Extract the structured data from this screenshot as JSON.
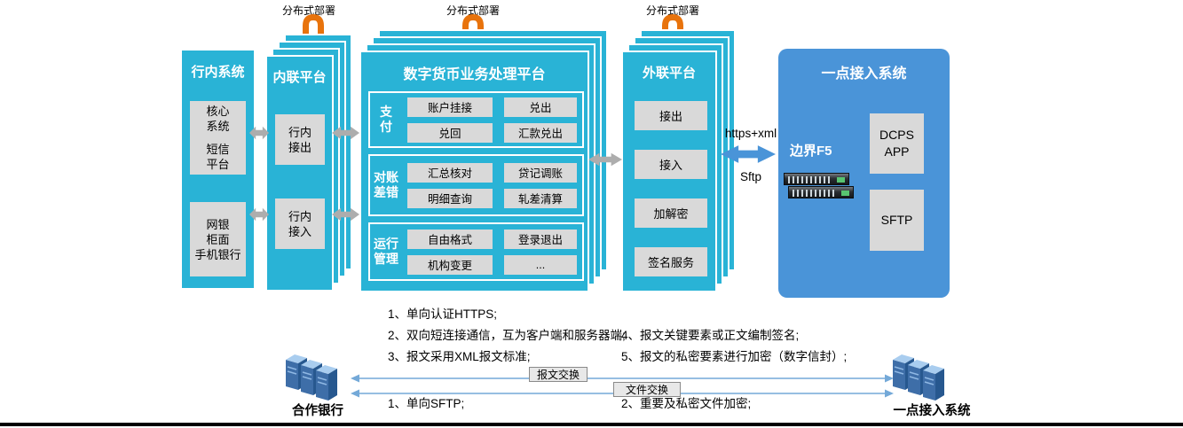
{
  "colors": {
    "cyan": "#29b3d6",
    "blue": "#4a94d8",
    "orange": "#e8730c",
    "gray_box": "#d9d9d9"
  },
  "deploy": {
    "label": "分布式部署"
  },
  "inbank": {
    "title": "行内系统",
    "box1": [
      "核心",
      "系统",
      "短信",
      "平台"
    ],
    "box2": [
      "网银",
      "柜面",
      "手机银行"
    ]
  },
  "internal": {
    "title": "内联平台",
    "out": [
      "行内",
      "接出"
    ],
    "in": [
      "行内",
      "接入"
    ]
  },
  "dcpp": {
    "title": "数字货币业务处理平台",
    "sections": [
      {
        "label": [
          "支",
          "付"
        ],
        "buttons": [
          "账户挂接",
          "兑出",
          "兑回",
          "汇款兑出"
        ]
      },
      {
        "label": [
          "对账",
          "差错"
        ],
        "buttons": [
          "汇总核对",
          "贷记调账",
          "明细查询",
          "轧差清算"
        ]
      },
      {
        "label": [
          "运行",
          "管理"
        ],
        "buttons": [
          "自由格式",
          "登录退出",
          "机构变更",
          "..."
        ]
      }
    ]
  },
  "external": {
    "title": "外联平台",
    "buttons": [
      "接出",
      "接入",
      "加解密",
      "签名服务"
    ]
  },
  "links": {
    "top": "https+xml",
    "bottom": "Sftp"
  },
  "access": {
    "title": "一点接入系统",
    "f5": "边界F5",
    "dcps": [
      "DCPS",
      "APP"
    ],
    "sftp": "SFTP"
  },
  "notes": {
    "left": [
      "1、单向认证HTTPS;",
      "2、双向短连接通信，互为客户端和服务器端;",
      "3、报文采用XML报文标准;"
    ],
    "right": [
      "4、报文关键要素或正文编制签名;",
      "5、报文的私密要素进行加密（数字信封）;"
    ],
    "sftp_left": "1、单向SFTP;",
    "sftp_right": "2、重要及私密文件加密;"
  },
  "exchange": {
    "message_label": "报文交换",
    "file_label": "文件交换",
    "left_endpoint": "合作银行",
    "right_endpoint": "一点接入系统"
  }
}
